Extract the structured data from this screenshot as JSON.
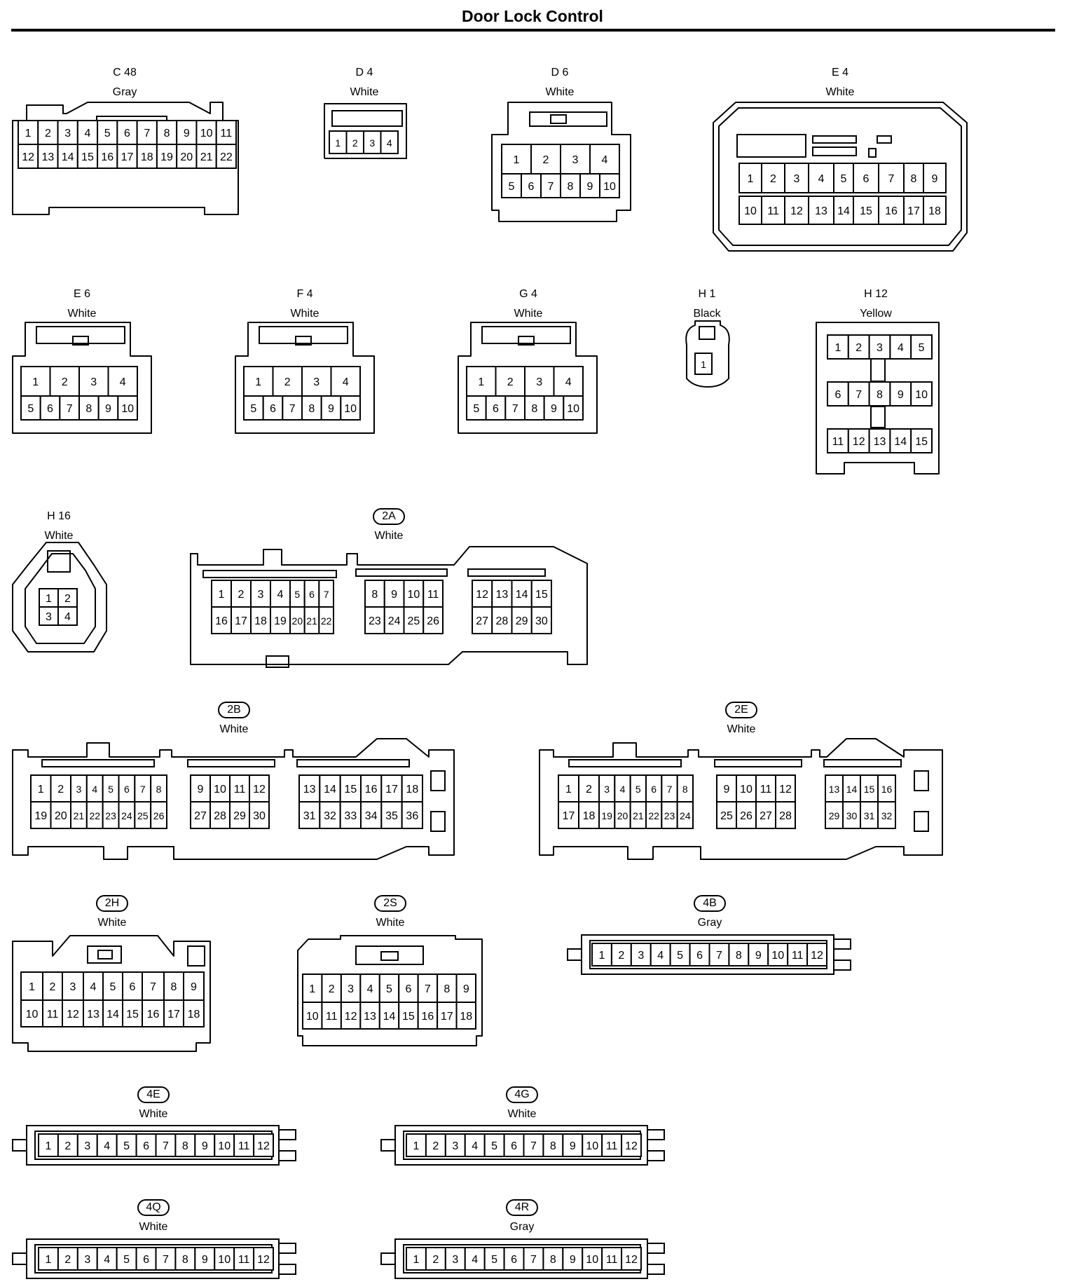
{
  "page": {
    "title": "Door Lock Control"
  },
  "connectors": [
    {
      "code": "C 48",
      "circled": false,
      "color": "Gray",
      "rows": [
        [
          1,
          2,
          3,
          4,
          5,
          6,
          7,
          8,
          9,
          10,
          11
        ],
        [
          12,
          13,
          14,
          15,
          16,
          17,
          18,
          19,
          20,
          21,
          22
        ]
      ]
    },
    {
      "code": "D 4",
      "circled": false,
      "color": "White",
      "rows": [
        [
          1,
          2,
          3,
          4
        ]
      ]
    },
    {
      "code": "D 6",
      "circled": false,
      "color": "White",
      "rows": [
        [
          1,
          2,
          3,
          4
        ],
        [
          5,
          6,
          7,
          8,
          9,
          10
        ]
      ]
    },
    {
      "code": "E 4",
      "circled": false,
      "color": "White",
      "rows": [
        [
          1,
          2,
          3,
          4,
          5,
          6,
          7,
          8,
          9
        ],
        [
          10,
          11,
          12,
          13,
          14,
          15,
          16,
          17,
          18
        ]
      ]
    },
    {
      "code": "E 6",
      "circled": false,
      "color": "White",
      "rows": [
        [
          1,
          2,
          3,
          4
        ],
        [
          5,
          6,
          7,
          8,
          9,
          10
        ]
      ]
    },
    {
      "code": "F 4",
      "circled": false,
      "color": "White",
      "rows": [
        [
          1,
          2,
          3,
          4
        ],
        [
          5,
          6,
          7,
          8,
          9,
          10
        ]
      ]
    },
    {
      "code": "G 4",
      "circled": false,
      "color": "White",
      "rows": [
        [
          1,
          2,
          3,
          4
        ],
        [
          5,
          6,
          7,
          8,
          9,
          10
        ]
      ]
    },
    {
      "code": "H 1",
      "circled": false,
      "color": "Black",
      "rows": [
        [
          1
        ]
      ]
    },
    {
      "code": "H 12",
      "circled": false,
      "color": "Yellow",
      "rows": [
        [
          1,
          2,
          3,
          4,
          5
        ],
        [
          6,
          7,
          8,
          9,
          10
        ],
        [
          11,
          12,
          13,
          14,
          15
        ]
      ]
    },
    {
      "code": "H 16",
      "circled": false,
      "color": "White",
      "rows": [
        [
          1,
          2
        ],
        [
          3,
          4
        ]
      ]
    },
    {
      "code": "2A",
      "circled": true,
      "color": "White",
      "rows": [
        [
          1,
          2,
          3,
          4,
          5,
          6,
          7,
          8,
          9,
          10,
          11,
          12,
          13,
          14,
          15
        ],
        [
          16,
          17,
          18,
          19,
          20,
          21,
          22,
          23,
          24,
          25,
          26,
          27,
          28,
          29,
          30
        ]
      ]
    },
    {
      "code": "2B",
      "circled": true,
      "color": "White",
      "rows": [
        [
          1,
          2,
          3,
          4,
          5,
          6,
          7,
          8,
          9,
          10,
          11,
          12,
          13,
          14,
          15,
          16,
          17,
          18
        ],
        [
          19,
          20,
          21,
          22,
          23,
          24,
          25,
          26,
          27,
          28,
          29,
          30,
          31,
          32,
          33,
          34,
          35,
          36
        ]
      ]
    },
    {
      "code": "2E",
      "circled": true,
      "color": "White",
      "rows": [
        [
          1,
          2,
          3,
          4,
          5,
          6,
          7,
          8,
          9,
          10,
          11,
          12,
          13,
          14,
          15,
          16
        ],
        [
          17,
          18,
          19,
          20,
          21,
          22,
          23,
          24,
          25,
          26,
          27,
          28,
          29,
          30,
          31,
          32
        ]
      ]
    },
    {
      "code": "2H",
      "circled": true,
      "color": "White",
      "rows": [
        [
          1,
          2,
          3,
          4,
          5,
          6,
          7,
          8,
          9
        ],
        [
          10,
          11,
          12,
          13,
          14,
          15,
          16,
          17,
          18
        ]
      ]
    },
    {
      "code": "2S",
      "circled": true,
      "color": "White",
      "rows": [
        [
          1,
          2,
          3,
          4,
          5,
          6,
          7,
          8,
          9
        ],
        [
          10,
          11,
          12,
          13,
          14,
          15,
          16,
          17,
          18
        ]
      ]
    },
    {
      "code": "4B",
      "circled": true,
      "color": "Gray",
      "rows": [
        [
          1,
          2,
          3,
          4,
          5,
          6,
          7,
          8,
          9,
          10,
          11,
          12
        ]
      ]
    },
    {
      "code": "4E",
      "circled": true,
      "color": "White",
      "rows": [
        [
          1,
          2,
          3,
          4,
          5,
          6,
          7,
          8,
          9,
          10,
          11,
          12
        ]
      ]
    },
    {
      "code": "4G",
      "circled": true,
      "color": "White",
      "rows": [
        [
          1,
          2,
          3,
          4,
          5,
          6,
          7,
          8,
          9,
          10,
          11,
          12
        ]
      ]
    },
    {
      "code": "4Q",
      "circled": true,
      "color": "White",
      "rows": [
        [
          1,
          2,
          3,
          4,
          5,
          6,
          7,
          8,
          9,
          10,
          11,
          12
        ]
      ]
    },
    {
      "code": "4R",
      "circled": true,
      "color": "Gray",
      "rows": [
        [
          1,
          2,
          3,
          4,
          5,
          6,
          7,
          8,
          9,
          10,
          11,
          12
        ]
      ]
    }
  ]
}
